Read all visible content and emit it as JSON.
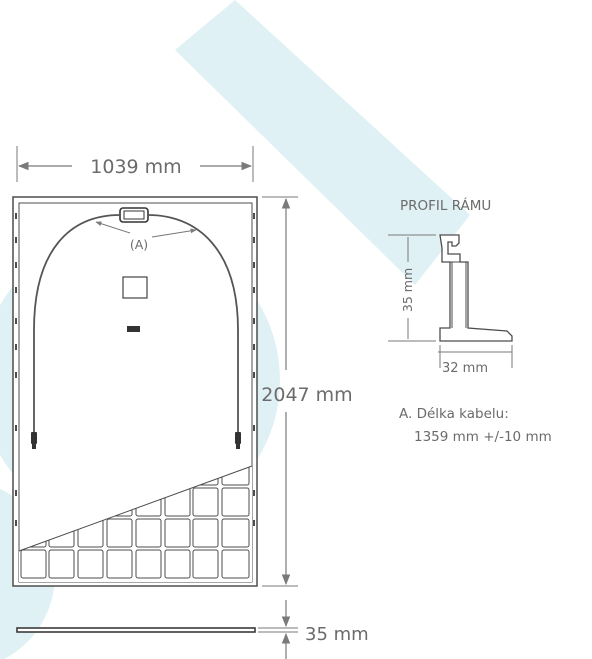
{
  "dimensions": {
    "width_label": "1039 mm",
    "height_label": "2047 mm",
    "thickness_label": "35 mm"
  },
  "cable_marker": "(A)",
  "profile": {
    "title": "PROFIL RÁMU",
    "height_label": "35 mm",
    "width_label": "32 mm"
  },
  "note": {
    "line1": "A. Délka kabelu:",
    "line2": "1359 mm +/-10 mm"
  },
  "colors": {
    "watermark": "#dff1f4",
    "line": "#4d4d4d",
    "dimension": "#7a7a7a"
  }
}
